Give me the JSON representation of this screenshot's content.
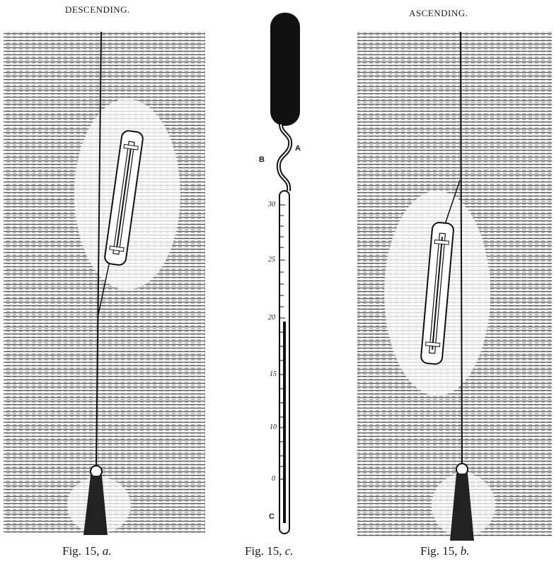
{
  "figure_a": {
    "heading": "DESCENDING.",
    "caption_prefix": "Fig.",
    "caption_num": "15,",
    "caption_letter": "a."
  },
  "figure_b": {
    "heading": "ASCENDING.",
    "caption_prefix": "Fig.",
    "caption_num": "15,",
    "caption_letter": "b."
  },
  "figure_c": {
    "caption_prefix": "Fig.",
    "caption_num": "15,",
    "caption_letter": "c.",
    "labels": {
      "a": "A",
      "b": "B",
      "c": "C"
    },
    "scale": [
      "30",
      "25",
      "20",
      "15",
      "10",
      "0"
    ]
  }
}
